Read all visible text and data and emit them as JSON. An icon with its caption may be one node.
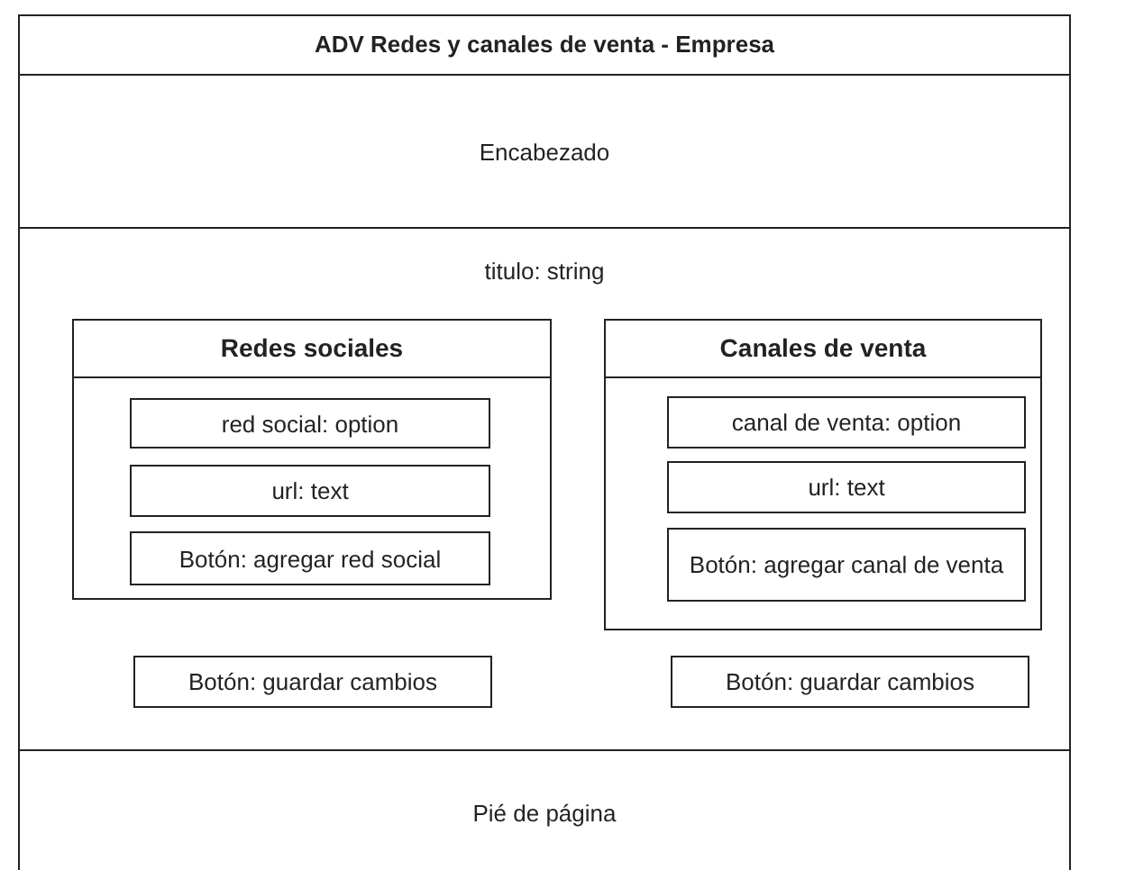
{
  "diagram": {
    "nodes": [
      {
        "text": [
          "ADV Redes y canales de venta - Empresa"
        ]
      },
      {
        "text": [
          "Encabezado"
        ],
        "in": 0
      },
      {
        "text": [
          "titulo: string"
        ],
        "in": 0
      },
      {
        "text": [
          "Redes sociales"
        ],
        "in": 2
      },
      {
        "text": [
          "red social: option"
        ],
        "in": 3
      },
      {
        "text": [
          "url: text"
        ],
        "in": 3
      },
      {
        "text": [
          "Botón: agregar red social"
        ],
        "in": 3
      },
      {
        "text": [
          "Canales de venta"
        ],
        "in": 2
      },
      {
        "text": [
          "canal de venta: option"
        ],
        "in": 7
      },
      {
        "text": [
          "url: text"
        ],
        "in": 7
      },
      {
        "text": [
          "Botón: agregar canal de venta"
        ],
        "in": 7
      },
      {
        "text": [
          "Botón: guardar cambios"
        ],
        "in": 2
      },
      {
        "text": [
          "Botón: guardar cambios"
        ],
        "in": 2
      },
      {
        "text": [
          "Pié de página"
        ],
        "in": 0
      }
    ]
  }
}
